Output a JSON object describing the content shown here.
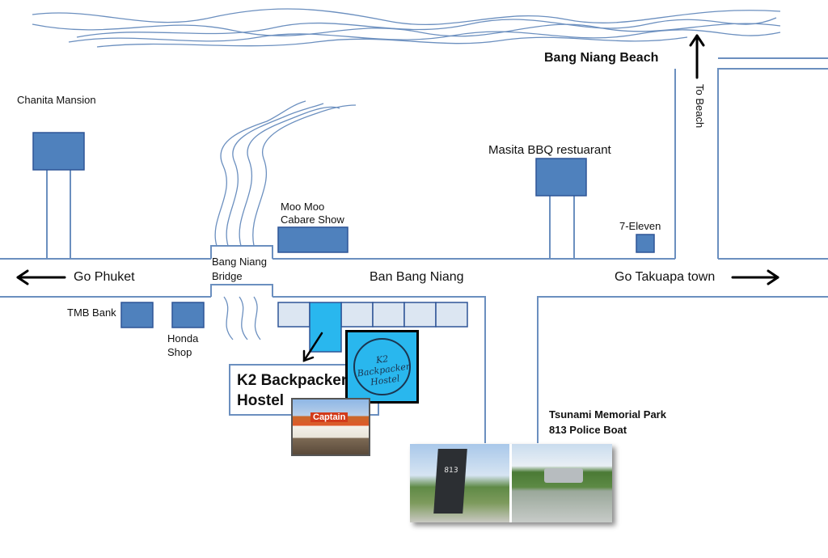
{
  "map": {
    "beach_label": "Bang Niang Beach",
    "to_beach": "To Beach",
    "chanita": "Chanita Mansion",
    "masita": "Masita BBQ restuarant",
    "moomoo_1": "Moo Moo",
    "moomoo_2": "Cabare Show",
    "seven_eleven": "7-Eleven",
    "bridge_1": "Bang Niang",
    "bridge_2": "Bridge",
    "go_phuket": "Go Phuket",
    "ban_bang_niang": "Ban Bang Niang",
    "go_takuapa": "Go Takuapa town",
    "tmb": "TMB Bank",
    "honda_1": "Honda",
    "honda_2": "Shop",
    "hostel_1": "K2 Backpacker",
    "hostel_2": "Hostel",
    "tsunami_1": "Tsunami  Memorial Park",
    "tsunami_2": "813 Police Boat"
  },
  "logo": {
    "text": "K2 Backpacker Hostel"
  },
  "photos": {
    "hostel_sign": "Captain",
    "monument_text": "813"
  },
  "colors": {
    "road": "#6b8fbf",
    "building_fill": "#4f81bd",
    "building_border": "#2f5597",
    "hostel_fill": "#29b7ee",
    "row_fill": "#dce6f2"
  }
}
